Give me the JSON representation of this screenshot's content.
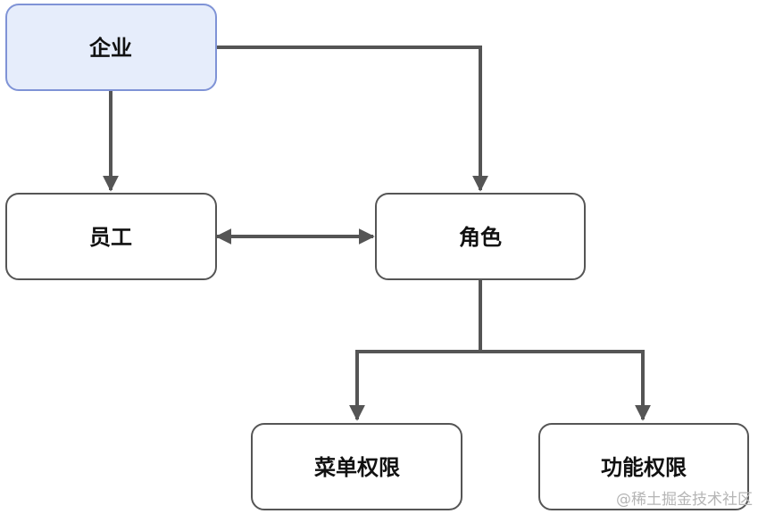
{
  "nodes": {
    "enterprise": {
      "label": "企业",
      "fill": "#e6edfb",
      "stroke": "#7f93d6"
    },
    "employee": {
      "label": "员工",
      "fill": "#ffffff",
      "stroke": "#555555"
    },
    "role": {
      "label": "角色",
      "fill": "#ffffff",
      "stroke": "#555555"
    },
    "menu_permission": {
      "label": "菜单权限",
      "fill": "#ffffff",
      "stroke": "#555555"
    },
    "function_permission": {
      "label": "功能权限",
      "fill": "#ffffff",
      "stroke": "#555555"
    }
  },
  "edges": [
    {
      "from": "企业",
      "to": "员工",
      "direction": "forward"
    },
    {
      "from": "企业",
      "to": "角色",
      "direction": "forward"
    },
    {
      "from": "员工",
      "to": "角色",
      "direction": "both"
    },
    {
      "from": "角色",
      "to": "菜单权限",
      "direction": "forward"
    },
    {
      "from": "角色",
      "to": "功能权限",
      "direction": "forward"
    }
  ],
  "watermark": "@稀土掘金技术社区"
}
